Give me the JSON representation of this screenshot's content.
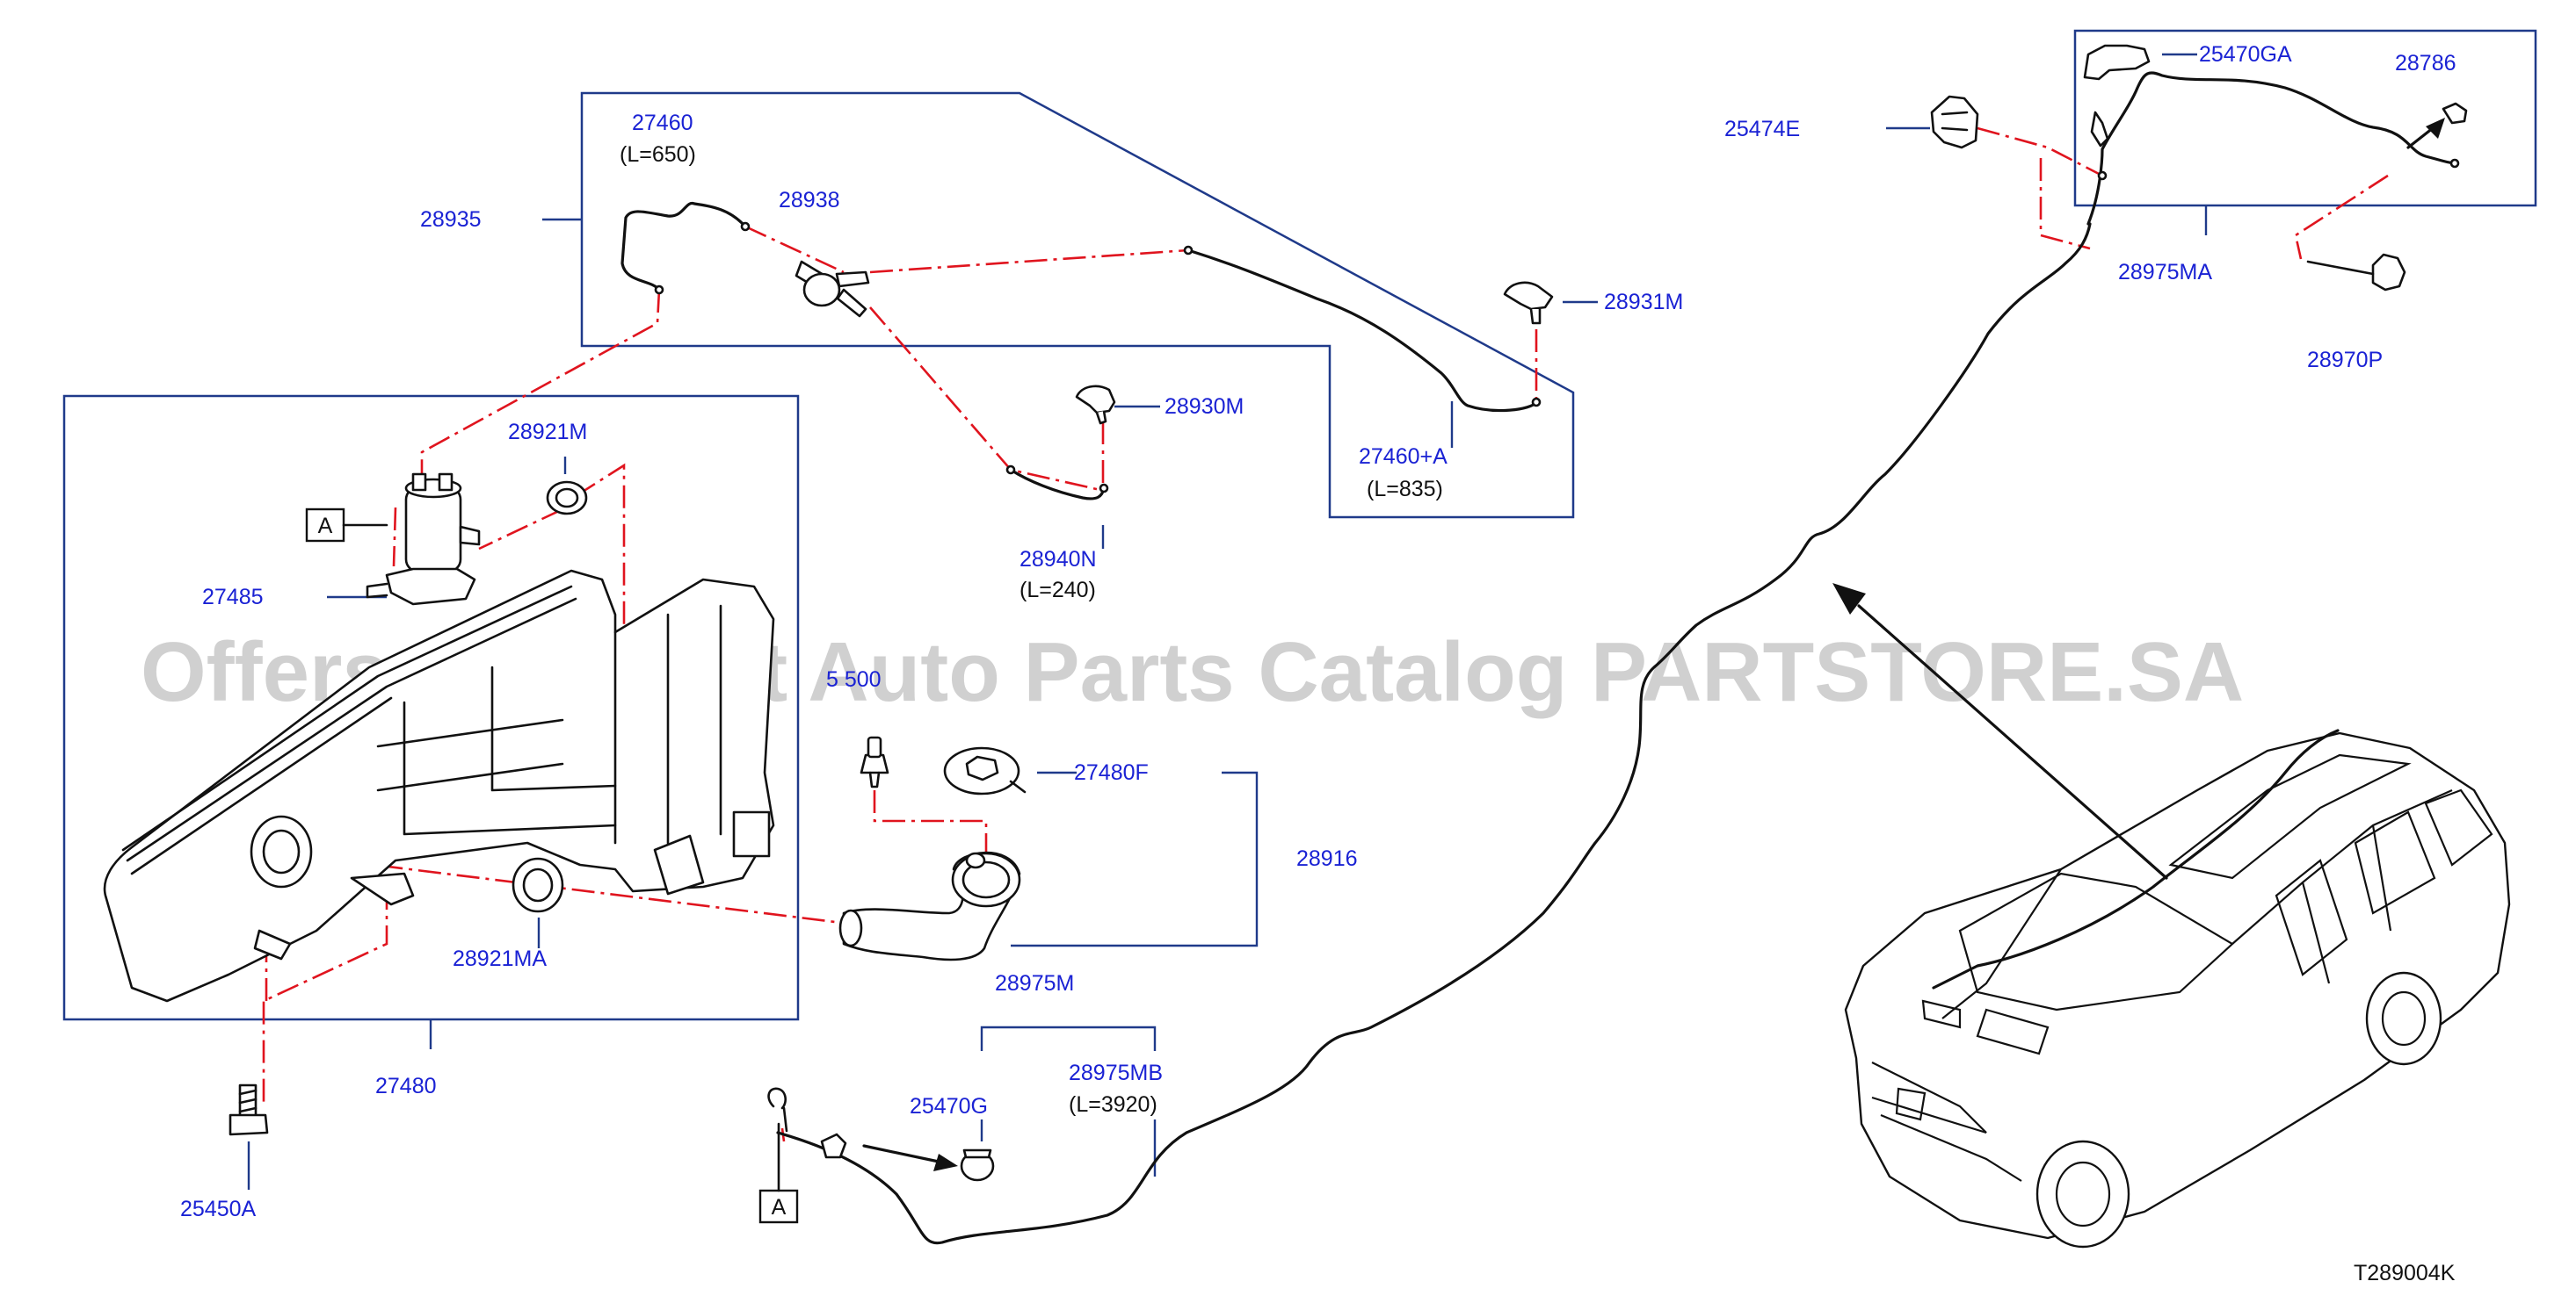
{
  "watermark": "Offers Merchant Auto Parts Catalog PARTSTORE.SA",
  "diagram_code": "T289004K",
  "ref_marker": "A",
  "labels": {
    "p27460": "27460",
    "p27460_len": "(L=650)",
    "p28935": "28935",
    "p28938": "28938",
    "p28931M": "28931M",
    "p28930M": "28930M",
    "p27460A": "27460+A",
    "p27460A_len": "(L=835)",
    "p28940N": "28940N",
    "p28940N_len": "(L=240)",
    "p28921M": "28921M",
    "p27485": "27485",
    "p5500": "5 500",
    "p27480F": "27480F",
    "p28916": "28916",
    "p28921MA": "28921MA",
    "p27480": "27480",
    "p25450A": "25450A",
    "p28975M": "28975M",
    "p25470G": "25470G",
    "p28975MB": "28975MB",
    "p28975MB_len": "(L=3920)",
    "p25474E": "25474E",
    "p25470GA": "25470GA",
    "p28786": "28786",
    "p28975MA": "28975MA",
    "p28970P": "28970P"
  },
  "colors": {
    "label": "#1a22d4",
    "frame": "#1f3a8a",
    "leader": "#e0141e",
    "linework": "#111111",
    "watermark": "#c8c8c8"
  }
}
